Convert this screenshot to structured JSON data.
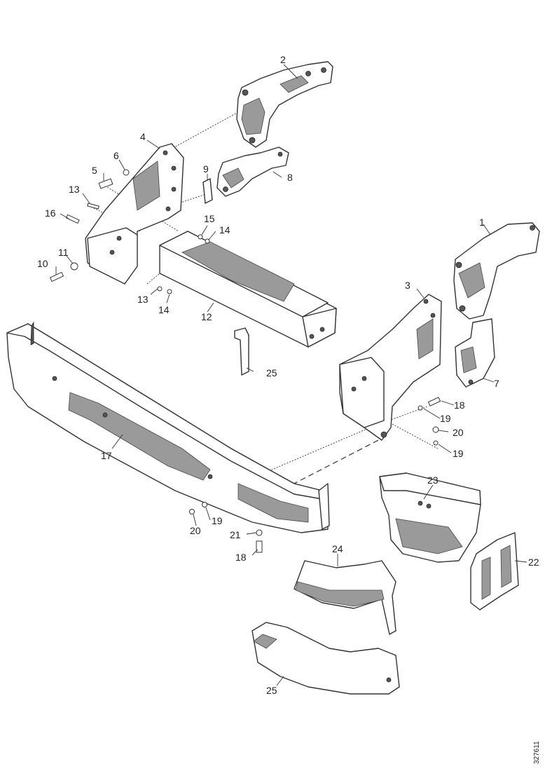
{
  "drawing_reference": "327611",
  "callouts": {
    "c1": "1",
    "c2": "2",
    "c3": "3",
    "c4": "4",
    "c5": "5",
    "c6": "6",
    "c7": "7",
    "c8": "8",
    "c9": "9",
    "c10": "10",
    "c11": "11",
    "c12": "12",
    "c13a": "13",
    "c13b": "13",
    "c14a": "14",
    "c14b": "14",
    "c15": "15",
    "c16": "16",
    "c17": "17",
    "c18a": "18",
    "c18b": "18",
    "c19a": "19",
    "c19b": "19",
    "c19c": "19",
    "c20a": "20",
    "c20b": "20",
    "c21": "21",
    "c22": "22",
    "c23": "23",
    "c24": "24",
    "c25a": "25",
    "c25b": "25"
  }
}
